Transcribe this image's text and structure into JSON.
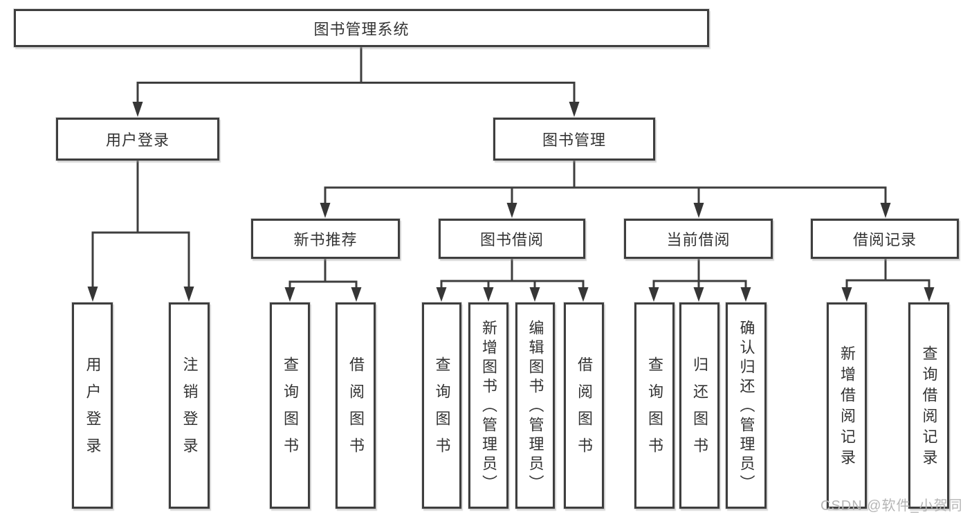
{
  "diagram": {
    "root": {
      "label": "图书管理系统"
    },
    "level2": [
      {
        "label": "用户登录",
        "parent": "图书管理系统"
      },
      {
        "label": "图书管理",
        "parent": "图书管理系统"
      }
    ],
    "level3": [
      {
        "label": "新书推荐",
        "parent": "图书管理"
      },
      {
        "label": "图书借阅",
        "parent": "图书管理"
      },
      {
        "label": "当前借阅",
        "parent": "图书管理"
      },
      {
        "label": "借阅记录",
        "parent": "图书管理"
      }
    ],
    "leaves": [
      {
        "label": "用户登录",
        "parent": "用户登录"
      },
      {
        "label": "注销登录",
        "parent": "用户登录"
      },
      {
        "label": "查询图书",
        "parent": "新书推荐"
      },
      {
        "label": "借阅图书",
        "parent": "新书推荐"
      },
      {
        "label": "查询图书",
        "parent": "图书借阅"
      },
      {
        "label": "新增图书（管理员）",
        "parent": "图书借阅"
      },
      {
        "label": "编辑图书（管理员）",
        "parent": "图书借阅"
      },
      {
        "label": "借阅图书",
        "parent": "图书借阅"
      },
      {
        "label": "查询图书",
        "parent": "当前借阅"
      },
      {
        "label": "归还图书",
        "parent": "当前借阅"
      },
      {
        "label": "确认归还（管理员）",
        "parent": "当前借阅"
      },
      {
        "label": "新增借阅记录",
        "parent": "借阅记录"
      },
      {
        "label": "查询借阅记录",
        "parent": "借阅记录"
      }
    ]
  },
  "watermark": "CSDN @软件_小贺同学",
  "colors": {
    "line": "#3e3e3e",
    "text": "#333333",
    "node_background": "#ffffff",
    "watermark": "#b5b5b5",
    "page_background": "#ffffff"
  }
}
